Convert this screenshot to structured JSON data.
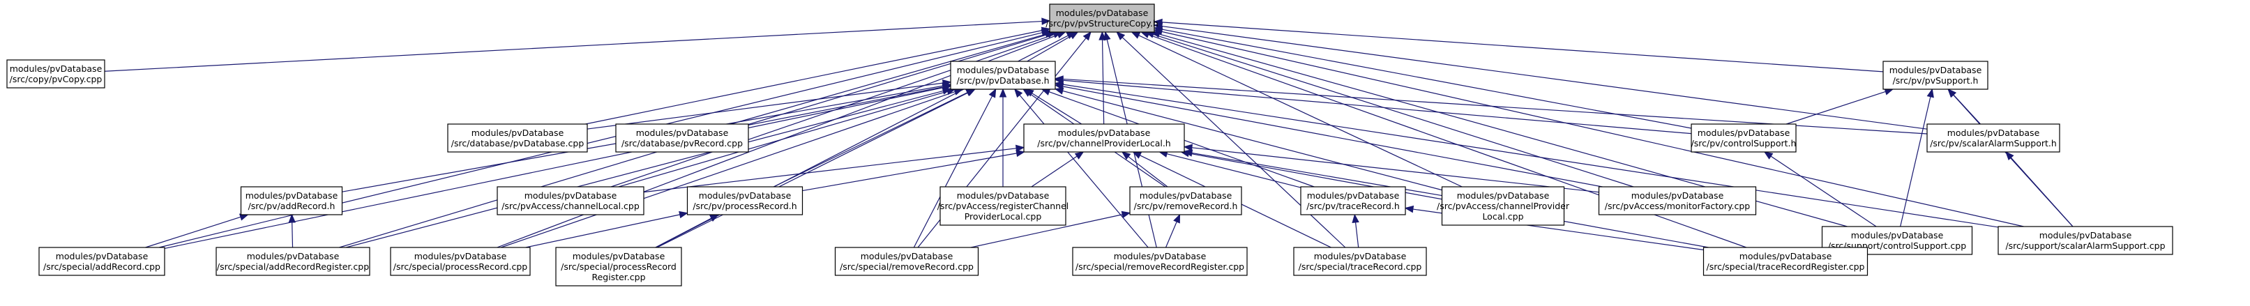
{
  "nodes": [
    {
      "id": "root",
      "lines": [
        "modules/pvDatabase",
        "/src/pv/pvStructureCopy.h"
      ]
    },
    {
      "id": "pvcopy_cpp",
      "lines": [
        "modules/pvDatabase",
        "/src/copy/pvCopy.cpp"
      ]
    },
    {
      "id": "pvdatabase_h",
      "lines": [
        "modules/pvDatabase",
        "/src/pv/pvDatabase.h"
      ]
    },
    {
      "id": "pvsupport_h",
      "lines": [
        "modules/pvDatabase",
        "/src/pv/pvSupport.h"
      ]
    },
    {
      "id": "pvdatabase_cpp",
      "lines": [
        "modules/pvDatabase",
        "/src/database/pvDatabase.cpp"
      ]
    },
    {
      "id": "pvrecord_cpp",
      "lines": [
        "modules/pvDatabase",
        "/src/database/pvRecord.cpp"
      ]
    },
    {
      "id": "cpl_h",
      "lines": [
        "modules/pvDatabase",
        "/src/pv/channelProviderLocal.h"
      ]
    },
    {
      "id": "controlsupport_h",
      "lines": [
        "modules/pvDatabase",
        "/src/pv/controlSupport.h"
      ]
    },
    {
      "id": "scalaralarmsupport_h",
      "lines": [
        "modules/pvDatabase",
        "/src/pv/scalarAlarmSupport.h"
      ]
    },
    {
      "id": "addrecord_h",
      "lines": [
        "modules/pvDatabase",
        "/src/pv/addRecord.h"
      ]
    },
    {
      "id": "channellocal_cpp",
      "lines": [
        "modules/pvDatabase",
        "/src/pvAccess/channelLocal.cpp"
      ]
    },
    {
      "id": "processrecord_h",
      "lines": [
        "modules/pvDatabase",
        "/src/pv/processRecord.h"
      ]
    },
    {
      "id": "regcpl_cpp",
      "lines": [
        "modules/pvDatabase",
        "/src/pvAccess/registerChannel",
        "ProviderLocal.cpp"
      ]
    },
    {
      "id": "removerecord_h",
      "lines": [
        "modules/pvDatabase",
        "/src/pv/removeRecord.h"
      ]
    },
    {
      "id": "tracerecord_h",
      "lines": [
        "modules/pvDatabase",
        "/src/pv/traceRecord.h"
      ]
    },
    {
      "id": "cpl_cpp",
      "lines": [
        "modules/pvDatabase",
        "/src/pvAccess/channelProvider",
        "Local.cpp"
      ]
    },
    {
      "id": "monitorfactory_cpp",
      "lines": [
        "modules/pvDatabase",
        "/src/pvAccess/monitorFactory.cpp"
      ]
    },
    {
      "id": "controlsupport_cpp",
      "lines": [
        "modules/pvDatabase",
        "/src/support/controlSupport.cpp"
      ]
    },
    {
      "id": "scalaralarmsupport_cpp",
      "lines": [
        "modules/pvDatabase",
        "/src/support/scalarAlarmSupport.cpp"
      ]
    },
    {
      "id": "addrecord_cpp",
      "lines": [
        "modules/pvDatabase",
        "/src/special/addRecord.cpp"
      ]
    },
    {
      "id": "addrecordregister_cpp",
      "lines": [
        "modules/pvDatabase",
        "/src/special/addRecordRegister.cpp"
      ]
    },
    {
      "id": "processrecord_cpp",
      "lines": [
        "modules/pvDatabase",
        "/src/special/processRecord.cpp"
      ]
    },
    {
      "id": "processrecordregister_cpp",
      "lines": [
        "modules/pvDatabase",
        "/src/special/processRecord",
        "Register.cpp"
      ]
    },
    {
      "id": "removerecord_cpp",
      "lines": [
        "modules/pvDatabase",
        "/src/special/removeRecord.cpp"
      ]
    },
    {
      "id": "removerecordregister_cpp",
      "lines": [
        "modules/pvDatabase",
        "/src/special/removeRecordRegister.cpp"
      ]
    },
    {
      "id": "tracerecord_cpp",
      "lines": [
        "modules/pvDatabase",
        "/src/special/traceRecord.cpp"
      ]
    },
    {
      "id": "tracerecordregister_cpp",
      "lines": [
        "modules/pvDatabase",
        "/src/special/traceRecordRegister.cpp"
      ]
    }
  ],
  "edges": [
    [
      "pvcopy_cpp",
      "root"
    ],
    [
      "pvdatabase_h",
      "root"
    ],
    [
      "pvsupport_h",
      "root"
    ],
    [
      "pvdatabase_cpp",
      "root"
    ],
    [
      "pvrecord_cpp",
      "root"
    ],
    [
      "cpl_h",
      "root"
    ],
    [
      "controlsupport_h",
      "root"
    ],
    [
      "scalaralarmsupport_h",
      "root"
    ],
    [
      "channellocal_cpp",
      "root"
    ],
    [
      "cpl_cpp",
      "root"
    ],
    [
      "monitorfactory_cpp",
      "root"
    ],
    [
      "controlsupport_cpp",
      "root"
    ],
    [
      "scalaralarmsupport_cpp",
      "root"
    ],
    [
      "addrecord_cpp",
      "root"
    ],
    [
      "addrecordregister_cpp",
      "root"
    ],
    [
      "processrecord_cpp",
      "root"
    ],
    [
      "processrecordregister_cpp",
      "root"
    ],
    [
      "removerecord_cpp",
      "root"
    ],
    [
      "removerecordregister_cpp",
      "root"
    ],
    [
      "tracerecord_cpp",
      "root"
    ],
    [
      "tracerecordregister_cpp",
      "root"
    ],
    [
      "pvdatabase_cpp",
      "pvdatabase_h"
    ],
    [
      "pvrecord_cpp",
      "pvdatabase_h"
    ],
    [
      "cpl_h",
      "pvdatabase_h"
    ],
    [
      "controlsupport_h",
      "pvdatabase_h"
    ],
    [
      "scalaralarmsupport_h",
      "pvdatabase_h"
    ],
    [
      "addrecord_h",
      "pvdatabase_h"
    ],
    [
      "channellocal_cpp",
      "pvdatabase_h"
    ],
    [
      "processrecord_h",
      "pvdatabase_h"
    ],
    [
      "regcpl_cpp",
      "pvdatabase_h"
    ],
    [
      "removerecord_h",
      "pvdatabase_h"
    ],
    [
      "tracerecord_h",
      "pvdatabase_h"
    ],
    [
      "cpl_cpp",
      "pvdatabase_h"
    ],
    [
      "monitorfactory_cpp",
      "pvdatabase_h"
    ],
    [
      "scalaralarmsupport_cpp",
      "pvdatabase_h"
    ],
    [
      "addrecord_cpp",
      "pvdatabase_h"
    ],
    [
      "addrecordregister_cpp",
      "pvdatabase_h"
    ],
    [
      "processrecord_cpp",
      "pvdatabase_h"
    ],
    [
      "processrecordregister_cpp",
      "pvdatabase_h"
    ],
    [
      "removerecord_cpp",
      "pvdatabase_h"
    ],
    [
      "removerecordregister_cpp",
      "pvdatabase_h"
    ],
    [
      "controlsupport_h",
      "pvsupport_h"
    ],
    [
      "scalaralarmsupport_h",
      "pvsupport_h"
    ],
    [
      "controlsupport_cpp",
      "pvsupport_h"
    ],
    [
      "scalaralarmsupport_cpp",
      "pvsupport_h"
    ],
    [
      "channellocal_cpp",
      "cpl_h"
    ],
    [
      "processrecord_h",
      "cpl_h"
    ],
    [
      "regcpl_cpp",
      "cpl_h"
    ],
    [
      "removerecord_h",
      "cpl_h"
    ],
    [
      "tracerecord_h",
      "cpl_h"
    ],
    [
      "cpl_cpp",
      "cpl_h"
    ],
    [
      "monitorfactory_cpp",
      "cpl_h"
    ],
    [
      "tracerecord_cpp",
      "cpl_h"
    ],
    [
      "tracerecordregister_cpp",
      "cpl_h"
    ],
    [
      "controlsupport_cpp",
      "controlsupport_h"
    ],
    [
      "scalaralarmsupport_cpp",
      "scalaralarmsupport_h"
    ],
    [
      "addrecord_cpp",
      "addrecord_h"
    ],
    [
      "addrecordregister_cpp",
      "addrecord_h"
    ],
    [
      "processrecord_cpp",
      "processrecord_h"
    ],
    [
      "processrecordregister_cpp",
      "processrecord_h"
    ],
    [
      "removerecord_cpp",
      "removerecord_h"
    ],
    [
      "removerecordregister_cpp",
      "removerecord_h"
    ],
    [
      "tracerecord_cpp",
      "tracerecord_h"
    ],
    [
      "tracerecordregister_cpp",
      "tracerecord_h"
    ]
  ]
}
